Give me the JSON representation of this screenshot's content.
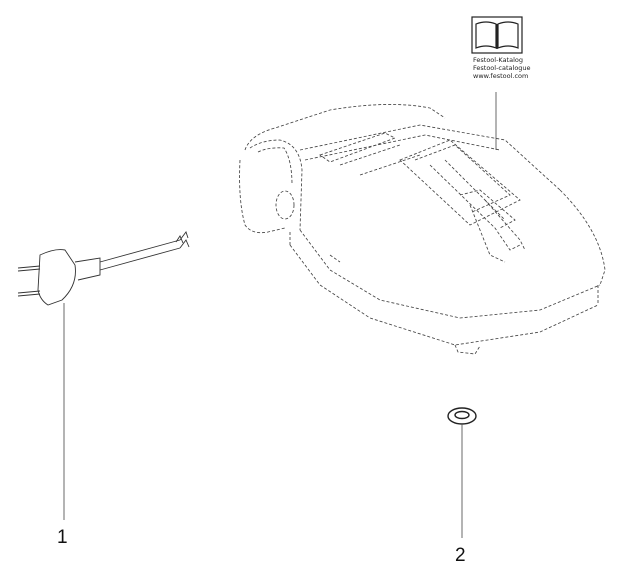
{
  "catalog": {
    "line1": "Festool-Katalog",
    "line2": "Festool-catalogue",
    "line3": "www.festool.com"
  },
  "parts": [
    {
      "number": "1"
    },
    {
      "number": "2"
    }
  ]
}
